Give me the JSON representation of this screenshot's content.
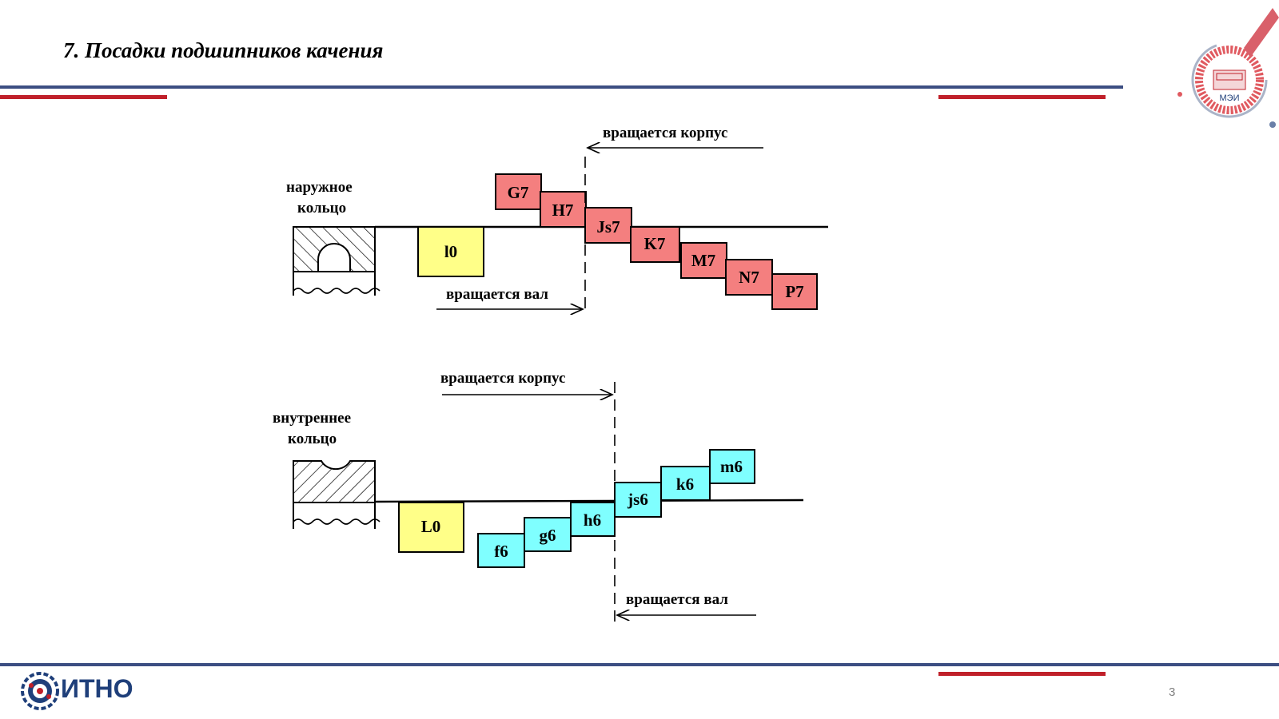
{
  "title": "7. Посадки подшипников качения",
  "page_number": "3",
  "footer": {
    "logo_text": "ИТНО"
  },
  "emblem": {
    "text": "МЭИ"
  },
  "colors": {
    "pink": "#f47f7f",
    "cyan": "#7fffff",
    "yellow": "#ffff88",
    "navy": "#3c4e82",
    "red": "#c0202a"
  },
  "outer": {
    "label_line1": "наружное",
    "label_line2": "кольцо",
    "ring_label": "l0",
    "housing_label": "вращается корпус",
    "shaft_label": "вращается вал",
    "fits": [
      {
        "label": "G7"
      },
      {
        "label": "H7"
      },
      {
        "label": "Js7"
      },
      {
        "label": "K7"
      },
      {
        "label": "M7"
      },
      {
        "label": "N7"
      },
      {
        "label": "P7"
      }
    ]
  },
  "inner": {
    "label_line1": "внутреннее",
    "label_line2": "кольцо",
    "ring_label": "L0",
    "housing_label": "вращается корпус",
    "shaft_label": "вращается вал",
    "fits": [
      {
        "label": "f6"
      },
      {
        "label": "g6"
      },
      {
        "label": "h6"
      },
      {
        "label": "js6"
      },
      {
        "label": "k6"
      },
      {
        "label": "m6"
      }
    ]
  }
}
